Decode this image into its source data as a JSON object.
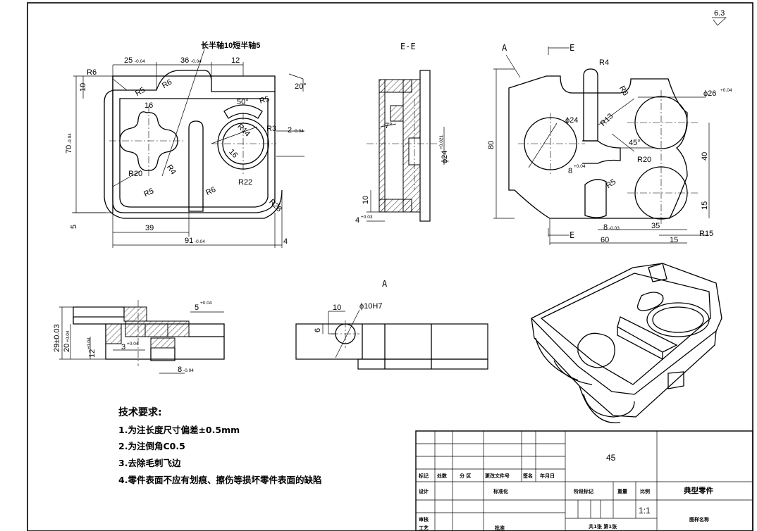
{
  "roughness": "6.3",
  "view_labels": {
    "section": "E-E",
    "view_a_top": "A",
    "view_a_bottom": "A",
    "cut_mark": "E"
  },
  "front_view": {
    "top_dims": [
      "25",
      "36",
      "12"
    ],
    "dim_0_04": "0-0.04",
    "d25_tol": "-0.04",
    "d36_tol": "-0.04",
    "callout": "长半轴10短半轴5",
    "radii": [
      "R6",
      "R5",
      "R6",
      "R5",
      "R3",
      "R4",
      "R20",
      "R5",
      "R6",
      "R22",
      "R28",
      "R14",
      "16"
    ],
    "angles": [
      "50°",
      "20°"
    ],
    "d16": "16",
    "d2": "2",
    "d2_tol": "-0.04",
    "left_dims": [
      "10",
      "70",
      "5"
    ],
    "d70_tol": "-0.04",
    "bottom_dims": [
      "39",
      "91",
      "4"
    ],
    "d91_tol": "-0.04"
  },
  "section_view": {
    "angle": "7°",
    "d24": "ϕ24",
    "d24_tol": "+0.021",
    "d10": "10",
    "d4": "4",
    "d4_tol": "+0.03"
  },
  "right_view": {
    "radii": [
      "R4",
      "R6",
      "R13",
      "R20",
      "R5",
      "R15"
    ],
    "d26": "ϕ26",
    "d26_tol": "+0.04",
    "d24": "ϕ24",
    "angle": "45°",
    "d8a": "8",
    "d8a_tol": "+0.04",
    "d80": "80",
    "d40": "40",
    "d15": "15",
    "d8b": "8",
    "d8b_tol": "-0.03",
    "d35": "35",
    "d60": "60",
    "d15b": "15"
  },
  "side_section": {
    "d5": "5",
    "d5_tol": "+0.04",
    "d29": "29±0.03",
    "d20": "20",
    "d20_tol": "+0.04",
    "d12": "12",
    "d12_tol": "+0.04",
    "d3": "3",
    "d3_tol": "+0.04",
    "d8": "8",
    "d8_tol": "-0.04"
  },
  "view_a": {
    "d10": "10",
    "hole": "ϕ10H7",
    "d6": "6"
  },
  "notes": {
    "title": "技术要求:",
    "items": [
      "1.为注长度尺寸偏差±0.5mm",
      "2.为注倒角C0.5",
      "3.去除毛刺飞边",
      "4.零件表面不应有划痕、擦伤等损坏零件表面的缺陷"
    ]
  },
  "title_block": {
    "headers": [
      "标记",
      "处数",
      "分 区",
      "更改文件号",
      "签名",
      "年月日"
    ],
    "design": "设计",
    "standardize": "标准化",
    "review": "审核",
    "process": "工艺",
    "approve": "批准",
    "stage": "阶段标记",
    "weight": "重量",
    "ratio": "比例",
    "scale": "1:1",
    "material": "45",
    "part_name": "典型零件",
    "drawing_name": "图样名称",
    "sheets": "共1张 第1张"
  }
}
